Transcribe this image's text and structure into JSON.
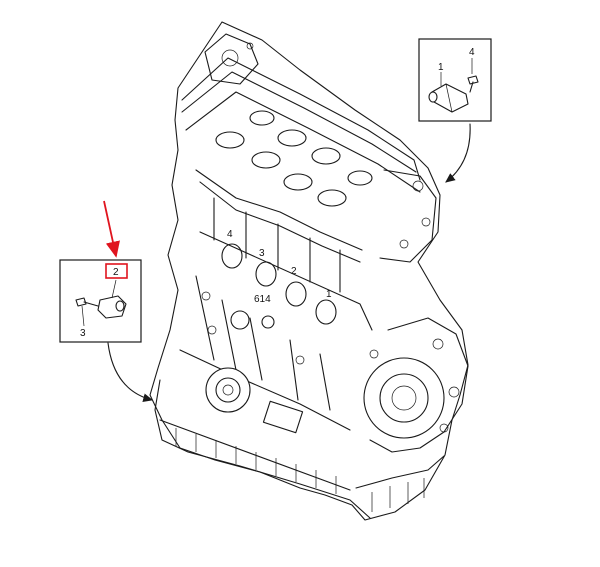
{
  "diagram": {
    "engine_labels": {
      "port_4": "4",
      "port_3": "3",
      "port_2": "2",
      "port_1": "1",
      "code": "614"
    },
    "callout_top_right": {
      "item_sensor": "1",
      "item_bolt": "4"
    },
    "callout_left": {
      "item_sensor": "2",
      "item_bolt": "3"
    },
    "colors": {
      "line": "#1a1a1a",
      "highlight": "#e0141e",
      "background": "#ffffff"
    },
    "icons": {
      "pointer": "red-arrow-icon",
      "highlight": "red-box-icon"
    }
  }
}
